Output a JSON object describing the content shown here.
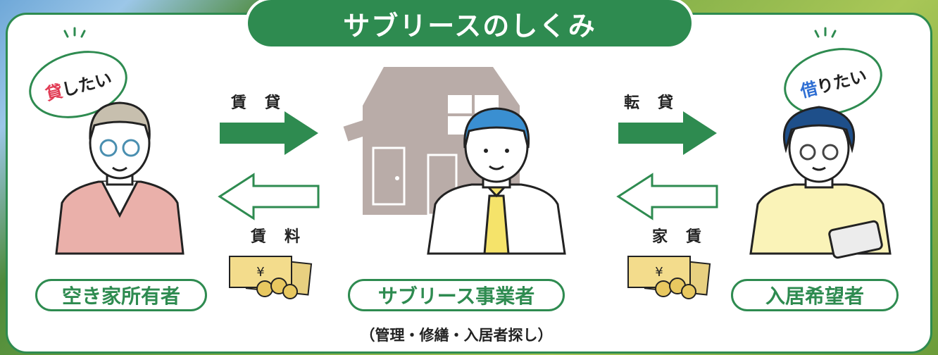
{
  "title": "サブリースのしくみ",
  "owner": {
    "speech_highlight": "貸",
    "speech_rest": "したい",
    "label": "空き家所有者"
  },
  "operator": {
    "label": "サブリース事業者",
    "sublabel": "（管理・修繕・入居者探し）"
  },
  "tenant": {
    "speech_highlight": "借",
    "speech_rest": "りたい",
    "label": "入居希望者"
  },
  "flows": {
    "lease": "賃貸",
    "rent_fee": "賃料",
    "sublease": "転貸",
    "house_rent": "家賃"
  },
  "money_symbol": "¥",
  "colors": {
    "brand_green": "#2e8b50",
    "arrow_green": "#2e8b50",
    "house": "#b9aca8",
    "vest": "#eab0aa",
    "tie": "#f5e36a",
    "tenant_shirt": "#faf3b8",
    "operator_hair": "#3a8fd1",
    "tenant_hair": "#1e4f8a",
    "money": "#e8d080"
  }
}
